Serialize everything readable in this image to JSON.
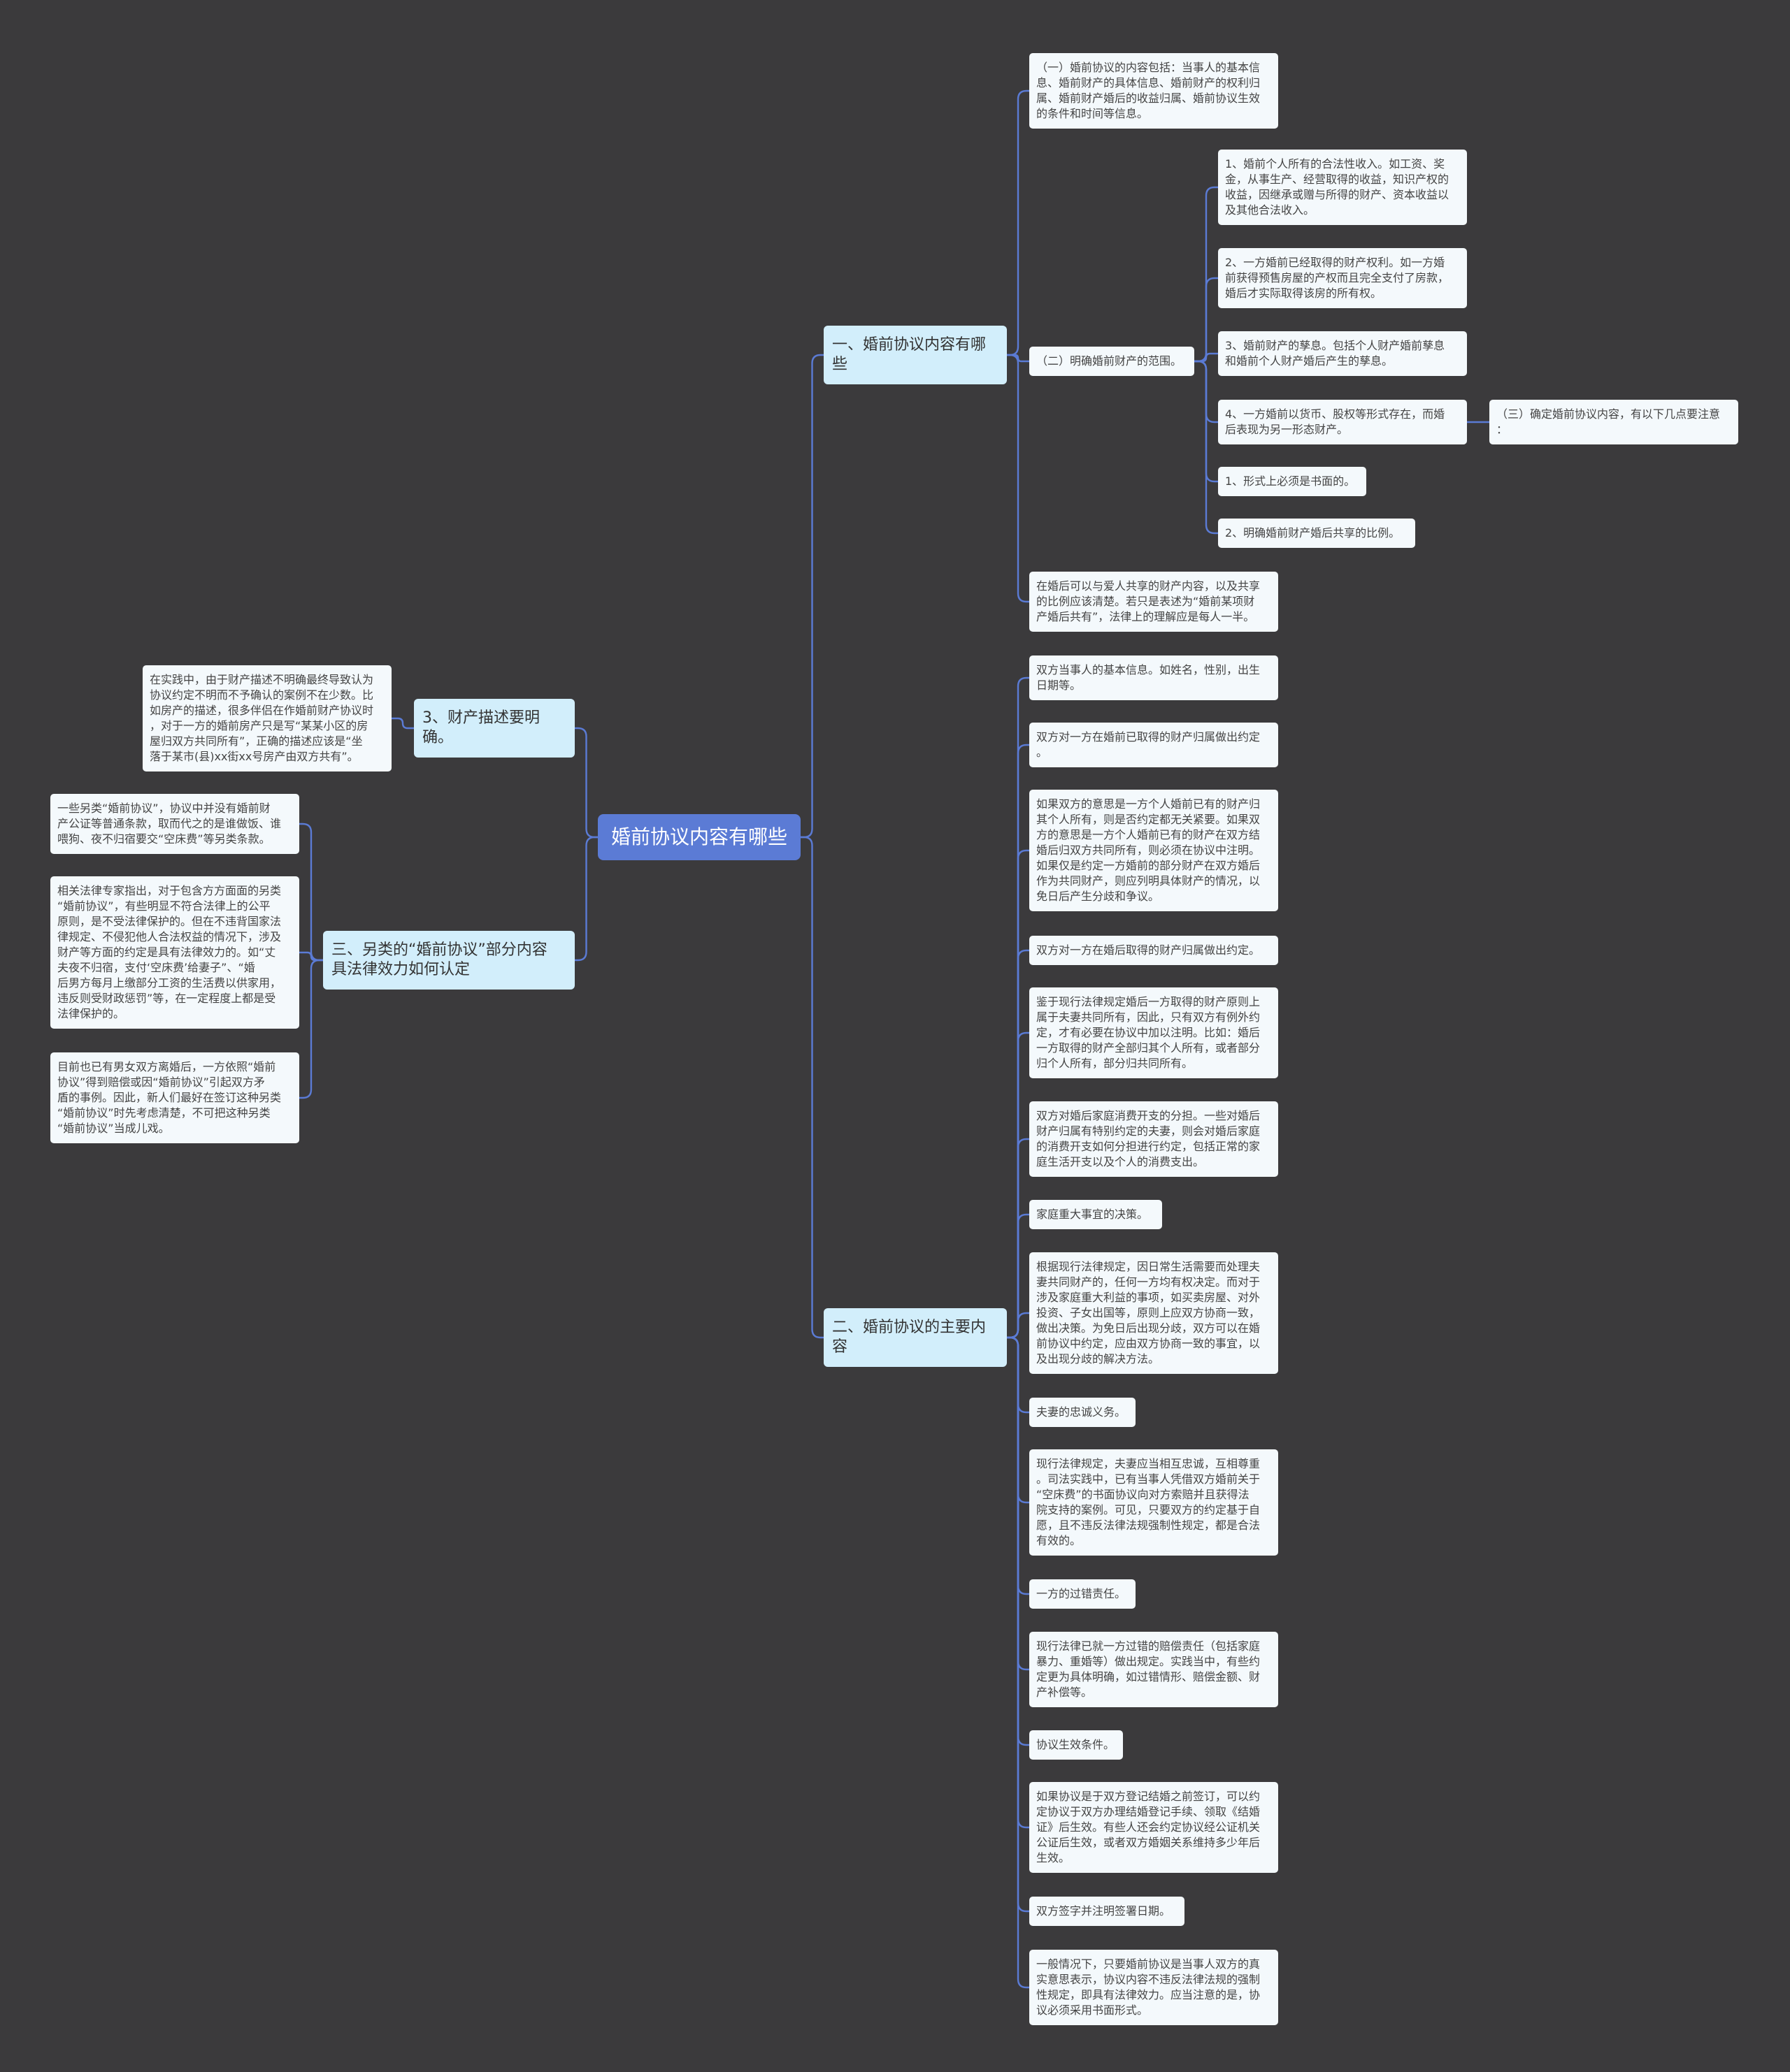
{
  "colors": {
    "background": "#3b3a3c",
    "root": "#5b7bd5",
    "branch": "#d2eefb",
    "leaf": "#f4f9fc",
    "line": "#5b7bd5"
  },
  "nodes": {
    "root": "婚前协议内容有哪些",
    "b1": "一、婚前协议内容有哪些",
    "b2": "二、婚前协议的主要内容",
    "b3": "3、财产描述要明确。",
    "b4": "三、另类的“婚前协议”部分内容\n具法律效力如何认定",
    "b1_1": "（一）婚前协议的内容包括：当事人的基本信\n息、婚前财产的具体信息、婚前财产的权利归\n属、婚前财产婚后的收益归属、婚前协议生效\n的条件和时间等信息。",
    "b1_2": "（二）明确婚前财产的范围。",
    "b1_2_1": "1、婚前个人所有的合法性收入。如工资、奖\n金，从事生产、经营取得的收益，知识产权的\n收益，因继承或赠与所得的财产、资本收益以\n及其他合法收入。",
    "b1_2_2": "2、一方婚前已经取得的财产权利。如一方婚\n前获得预售房屋的产权而且完全支付了房款，\n婚后才实际取得该房的所有权。",
    "b1_2_3": "3、婚前财产的孳息。包括个人财产婚前孳息\n和婚前个人财产婚后产生的孳息。",
    "b1_2_4": "4、一方婚前以货币、股权等形式存在，而婚\n后表现为另一形态财产。",
    "b1_2_4_1": "（三）确定婚前协议内容，有以下几点要注意\n：",
    "b1_2_5": "1、形式上必须是书面的。",
    "b1_2_6": "2、明确婚前财产婚后共享的比例。",
    "b1_3": "在婚后可以与爱人共享的财产内容，以及共享\n的比例应该清楚。若只是表述为“婚前某项财\n产婚后共有”，法律上的理解应是每人一半。",
    "b2_1": "双方当事人的基本信息。如姓名，性别，出生\n日期等。",
    "b2_2": "双方对一方在婚前已取得的财产归属做出约定\n。",
    "b2_3": "如果双方的意思是一方个人婚前已有的财产归\n其个人所有，则是否约定都无关紧要。如果双\n方的意思是一方个人婚前已有的财产在双方结\n婚后归双方共同所有，则必须在协议中注明。\n如果仅是约定一方婚前的部分财产在双方婚后\n作为共同财产，则应列明具体财产的情况，以\n免日后产生分歧和争议。",
    "b2_4": "双方对一方在婚后取得的财产归属做出约定。",
    "b2_5": "鉴于现行法律规定婚后一方取得的财产原则上\n属于夫妻共同所有，因此，只有双方有例外约\n定，才有必要在协议中加以注明。比如：婚后\n一方取得的财产全部归其个人所有，或者部分\n归个人所有，部分归共同所有。",
    "b2_6": "双方对婚后家庭消费开支的分担。一些对婚后\n财产归属有特别约定的夫妻，则会对婚后家庭\n的消费开支如何分担进行约定，包括正常的家\n庭生活开支以及个人的消费支出。",
    "b2_7": "家庭重大事宜的决策。",
    "b2_8": "根据现行法律规定，因日常生活需要而处理夫\n妻共同财产的，任何一方均有权决定。而对于\n涉及家庭重大利益的事项，如买卖房屋、对外\n投资、子女出国等，原则上应双方协商一致，\n做出决策。为免日后出现分歧，双方可以在婚\n前协议中约定，应由双方协商一致的事宜，以\n及出现分歧的解决方法。",
    "b2_9": "夫妻的忠诚义务。",
    "b2_10": "现行法律规定，夫妻应当相互忠诚，互相尊重\n。司法实践中，已有当事人凭借双方婚前关于\n“空床费”的书面协议向对方索赔并且获得法\n院支持的案例。可见，只要双方的约定基于自\n愿，且不违反法律法规强制性规定，都是合法\n有效的。",
    "b2_11": "一方的过错责任。",
    "b2_12": "现行法律已就一方过错的赔偿责任（包括家庭\n暴力、重婚等）做出规定。实践当中，有些约\n定更为具体明确，如过错情形、赔偿金额、财\n产补偿等。",
    "b2_13": "协议生效条件。",
    "b2_14": "如果协议是于双方登记结婚之前签订，可以约\n定协议于双方办理结婚登记手续、领取《结婚\n证》后生效。有些人还会约定协议经公证机关\n公证后生效，或者双方婚姻关系维持多少年后\n生效。",
    "b2_15": "双方签字并注明签署日期。",
    "b2_16": "一般情况下，只要婚前协议是当事人双方的真\n实意思表示，协议内容不违反法律法规的强制\n性规定，即具有法律效力。应当注意的是，协\n议必须采用书面形式。",
    "b3_1": "在实践中，由于财产描述不明确最终导致认为\n协议约定不明而不予确认的案例不在少数。比\n如房产的描述，很多伴侣在作婚前财产协议时\n，对于一方的婚前房产只是写“某某小区的房\n屋归双方共同所有”，正确的描述应该是“坐\n落于某市(县)xx街xx号房产由双方共有”。",
    "b4_1": "一些另类“婚前协议”，协议中并没有婚前财\n产公证等普通条款，取而代之的是谁做饭、谁\n喂狗、夜不归宿要交“空床费”等另类条款。",
    "b4_2": "相关法律专家指出，对于包含方方面面的另类\n“婚前协议”，有些明显不符合法律上的公平\n原则，是不受法律保护的。但在不违背国家法\n律规定、不侵犯他人合法权益的情况下，涉及\n财产等方面的约定是具有法律效力的。如“丈\n夫夜不归宿，支付‘空床费’给妻子”、“婚\n后男方每月上缴部分工资的生活费以供家用，\n违反则受财政惩罚”等，在一定程度上都是受\n法律保护的。",
    "b4_3": "目前也已有男女双方离婚后，一方依照“婚前\n协议”得到赔偿或因“婚前协议”引起双方矛\n盾的事例。因此，新人们最好在签订这种另类\n“婚前协议”时先考虑清楚，不可把这种另类\n“婚前协议”当成儿戏。"
  }
}
